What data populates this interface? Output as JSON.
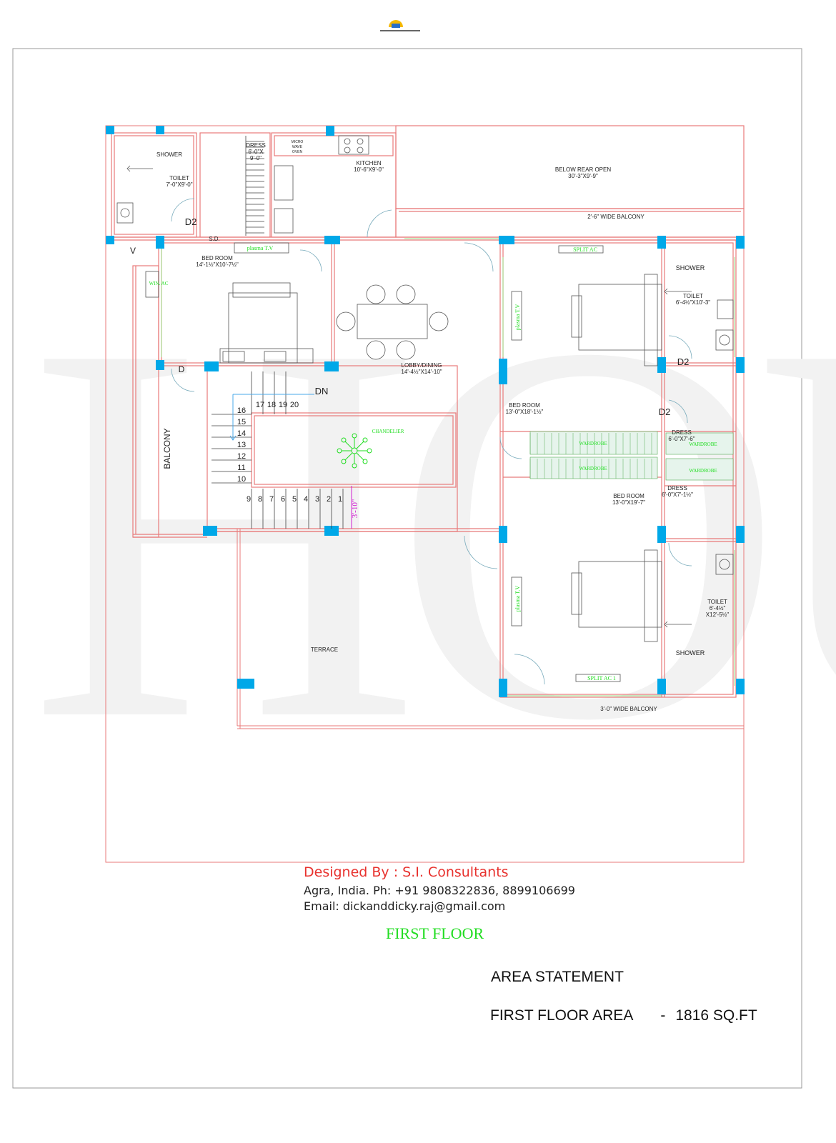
{
  "logo": {
    "icon": "house-sun-logo-icon"
  },
  "colors": {
    "wall": "#e87a7a",
    "column": "#00a8e8",
    "furniture": "#555555",
    "accent_green": "#22dd22",
    "stair": "#444444",
    "red_text": "#e8322e",
    "magenta": "#d020d0"
  },
  "rooms": {
    "shower_top_left": "SHOWER",
    "toilet_left_name": "TOILET",
    "toilet_left_size": "7'-0\"X9'-0\"",
    "dress_top_name": "DRESS",
    "dress_top_size_1": "6'-0\"X",
    "dress_top_size_2": "9'-0\"",
    "micro_1": "MICRO",
    "micro_2": "WAVE",
    "micro_3": "OVEN",
    "kitchen_name": "KITCHEN",
    "kitchen_size": "10'-6\"X9'-0\"",
    "below_rear_name": "BELOW REAR OPEN",
    "below_rear_size": "30'-3\"X9'-9\"",
    "balcony_top": "2'-6\" WIDE BALCONY",
    "d2_left": "D2",
    "sd": "S.D.",
    "v": "V",
    "plasma_tv_top": "plasma T.V",
    "bedroom_left_name": "BED ROOM",
    "bedroom_left_size": "14'-1½\"X10'-7½\"",
    "win_ac": "WIN. AC",
    "d_left": "D",
    "balcony_left": "BALCONY",
    "lobby_name": "LOBBY/DINING",
    "lobby_size": "14'-4½\"X14'-10\"",
    "dn": "DN",
    "chandelier": "CHANDELIER",
    "stair_height": "3'-10\"",
    "terrace": "TERRACE",
    "split_ac_top": "SPLIT AC",
    "plasma_tv_right_1": "plasma T.V",
    "plasma_tv_right_2": "plasma T.V",
    "shower_right_top": "SHOWER",
    "toilet_right_top_name": "TOILET",
    "toilet_right_top_size": "6'-4½\"X10'-3\"",
    "d2_right_1": "D2",
    "d2_right_2": "D2",
    "bedroom_mid_name": "BED ROOM",
    "bedroom_mid_size": "13'-0\"X18'-1½\"",
    "dress_right_1_name": "DRESS",
    "dress_right_1_size": "6'-0\"X7'-6\"",
    "wardrobe_1": "WARDROBE",
    "wardrobe_2": "WARDROBE",
    "wardrobe_3": "WARDROBE",
    "wardrobe_4": "WARDROBE",
    "bedroom_bottom_name": "BED ROOM",
    "bedroom_bottom_size": "13'-0\"X19'-7\"",
    "dress_right_2_name": "DRESS",
    "dress_right_2_size": "6'-0\"X7'-1½\"",
    "toilet_right_bottom_name": "TOILET",
    "toilet_right_bottom_size_1": "6'-4½\"",
    "toilet_right_bottom_size_2": "X12'-5½\"",
    "shower_right_bottom": "SHOWER",
    "split_ac_bottom": "SPLIT AC 1",
    "balcony_bottom": "3'-0\" WIDE BALCONY"
  },
  "stairs": {
    "upper_steps": [
      "16",
      "15",
      "14",
      "13",
      "12",
      "11",
      "10"
    ],
    "top_steps": [
      "17",
      "18",
      "19",
      "20"
    ],
    "bottom_steps": [
      "9",
      "8",
      "7",
      "6",
      "5",
      "4",
      "3",
      "2",
      "1"
    ]
  },
  "credits": {
    "title": "Designed By : S.I. Consultants",
    "address": "Agra, India. Ph: +91 9808322836, 8899106699",
    "email": "Email: dickanddicky.raj@gmail.com"
  },
  "floor_title": "FIRST FLOOR",
  "area": {
    "heading": "AREA STATEMENT",
    "label": "FIRST FLOOR AREA",
    "separator": "-",
    "value": "1816 SQ.FT"
  }
}
